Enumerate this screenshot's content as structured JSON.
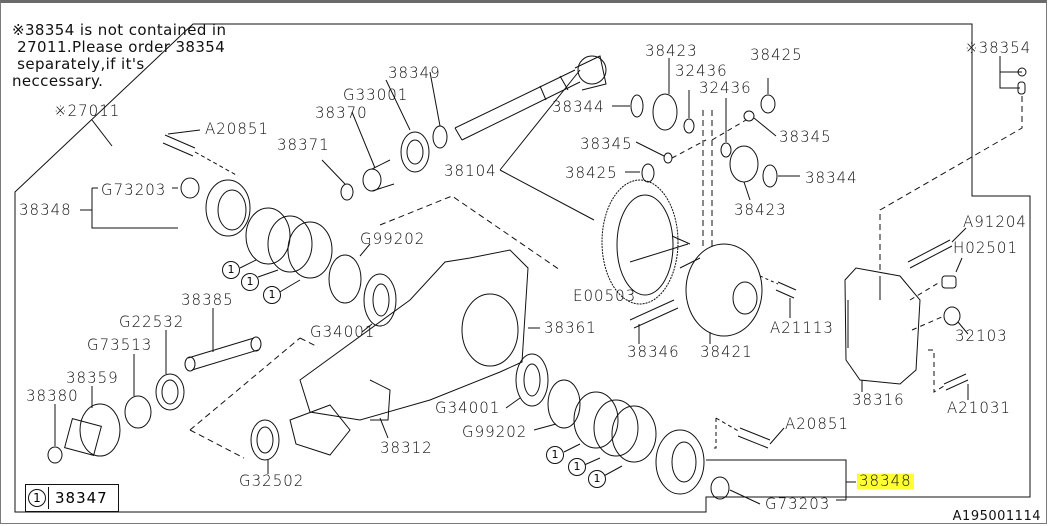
{
  "diagram": {
    "note": "※38354 is not contained in\n 27011.Please order 38354\n separately,if it's\nneccessary.",
    "reference_code": "A195001114",
    "highlight_color": "#ffff33",
    "legend": {
      "symbol": "1",
      "part": "38347"
    },
    "callout_symbol": "1",
    "labels": {
      "assembly_27011": "※27011",
      "p38354_star": "※38354",
      "a20851_top": "A20851",
      "p38371": "38371",
      "p38370": "38370",
      "g33001": "G33001",
      "p38349": "38349",
      "p38104": "38104",
      "p38423_top": "38423",
      "p38425_top": "38425",
      "p32436_a": "32436",
      "p32436_b": "32436",
      "p38344_left": "38344",
      "p38345_left": "38345",
      "p38345_right": "38345",
      "p38425_left": "38425",
      "p38344_right": "38344",
      "p38423_bottom": "38423",
      "g73203_top": "G73203",
      "p38348_left": "38348",
      "g99202_top": "G99202",
      "p38385": "38385",
      "g22532": "G22532",
      "g73513": "G73513",
      "p38359": "38359",
      "p38380": "38380",
      "g34001_top": "G34001",
      "p38361": "38361",
      "e00503": "E00503",
      "p38346": "38346",
      "p38421": "38421",
      "a21113": "A21113",
      "a91204": "A91204",
      "h02501": "H02501",
      "p32103": "32103",
      "p38316": "38316",
      "a21031": "A21031",
      "g34001_bottom": "G34001",
      "g99202_bottom": "G99202",
      "p38312": "38312",
      "g32502": "G32502",
      "a20851_bottom": "A20851",
      "p38348_right": "38348",
      "g73203_bottom": "G73203"
    }
  }
}
